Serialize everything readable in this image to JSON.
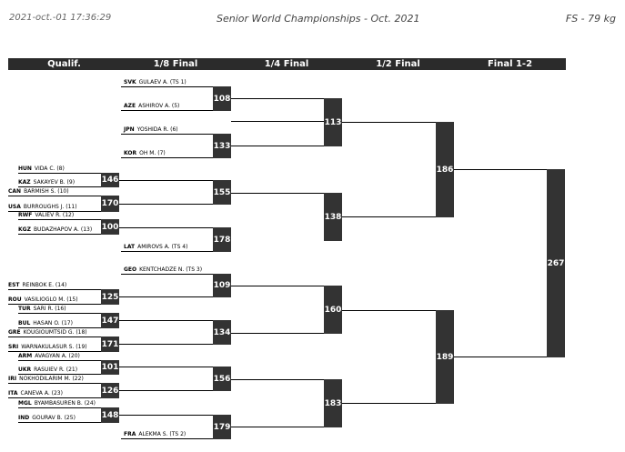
{
  "header": {
    "timestamp": "2021-oct.-01 17:36:29",
    "title": "Senior World Championships - Oct. 2021",
    "weight_class": "FS - 79 kg"
  },
  "columns": [
    "Qualif.",
    "1/8 Final",
    "1/4 Final",
    "1/2 Final",
    "Final 1-2"
  ],
  "wrestlers": {
    "q1": {
      "country": "HUN",
      "name": "VIDA C. (8)"
    },
    "q2": {
      "country": "KAZ",
      "name": "SAKAYEV B. (9)"
    },
    "q3": {
      "country": "CAN",
      "name": "BARMISH S. (10)"
    },
    "q4": {
      "country": "USA",
      "name": "BURROUGHS J. (11)"
    },
    "q5": {
      "country": "RWF",
      "name": "VALIEV R. (12)"
    },
    "q6": {
      "country": "KGZ",
      "name": "BUDAZHAPOV A. (13)"
    },
    "q7": {
      "country": "EST",
      "name": "REINBOK E. (14)"
    },
    "q8": {
      "country": "ROU",
      "name": "VASILIOGLO M. (15)"
    },
    "q9": {
      "country": "TUR",
      "name": "SARI R. (16)"
    },
    "q10": {
      "country": "BUL",
      "name": "HASAN O. (17)"
    },
    "q11": {
      "country": "GRE",
      "name": "KOUGIOUMTSID G. (18)"
    },
    "q12": {
      "country": "SRI",
      "name": "WARNAKULASUR S. (19)"
    },
    "q13": {
      "country": "ARM",
      "name": "AVAGYAN A. (20)"
    },
    "q14": {
      "country": "UKR",
      "name": "RASUIEV R. (21)"
    },
    "q15": {
      "country": "IRI",
      "name": "NOKHODILARIM M. (22)"
    },
    "q16": {
      "country": "ITA",
      "name": "CANEVA A. (23)"
    },
    "q17": {
      "country": "MGL",
      "name": "BYAMBASUREN B. (24)"
    },
    "q18": {
      "country": "IND",
      "name": "GOURAV B. (25)"
    },
    "e1": {
      "country": "SVK",
      "name": "GULAEV A. (TS 1)"
    },
    "e2": {
      "country": "AZE",
      "name": "ASHIROV A. (5)"
    },
    "e3": {
      "country": "JPN",
      "name": "YOSHIDA R. (6)"
    },
    "e4": {
      "country": "KOR",
      "name": "OH M. (7)"
    },
    "e5": {
      "country": "LAT",
      "name": "AMIROVS A. (TS 4)"
    },
    "e6": {
      "country": "GEO",
      "name": "KENTCHADZE N. (TS 3)"
    },
    "e7": {
      "country": "FRA",
      "name": "ALEKMA S. (TS 2)"
    }
  },
  "bouts": {
    "q146": "146",
    "q170": "170",
    "q100": "100",
    "q125": "125",
    "q147": "147",
    "q171": "171",
    "q101": "101",
    "q126": "126",
    "q148": "148",
    "r108": "108",
    "r133": "133",
    "r155": "155",
    "r178": "178",
    "r109": "109",
    "r134": "134",
    "r156": "156",
    "r179": "179",
    "s113": "113",
    "s138": "138",
    "s160": "160",
    "s183": "183",
    "t186": "186",
    "t189": "189",
    "f267": "267"
  }
}
